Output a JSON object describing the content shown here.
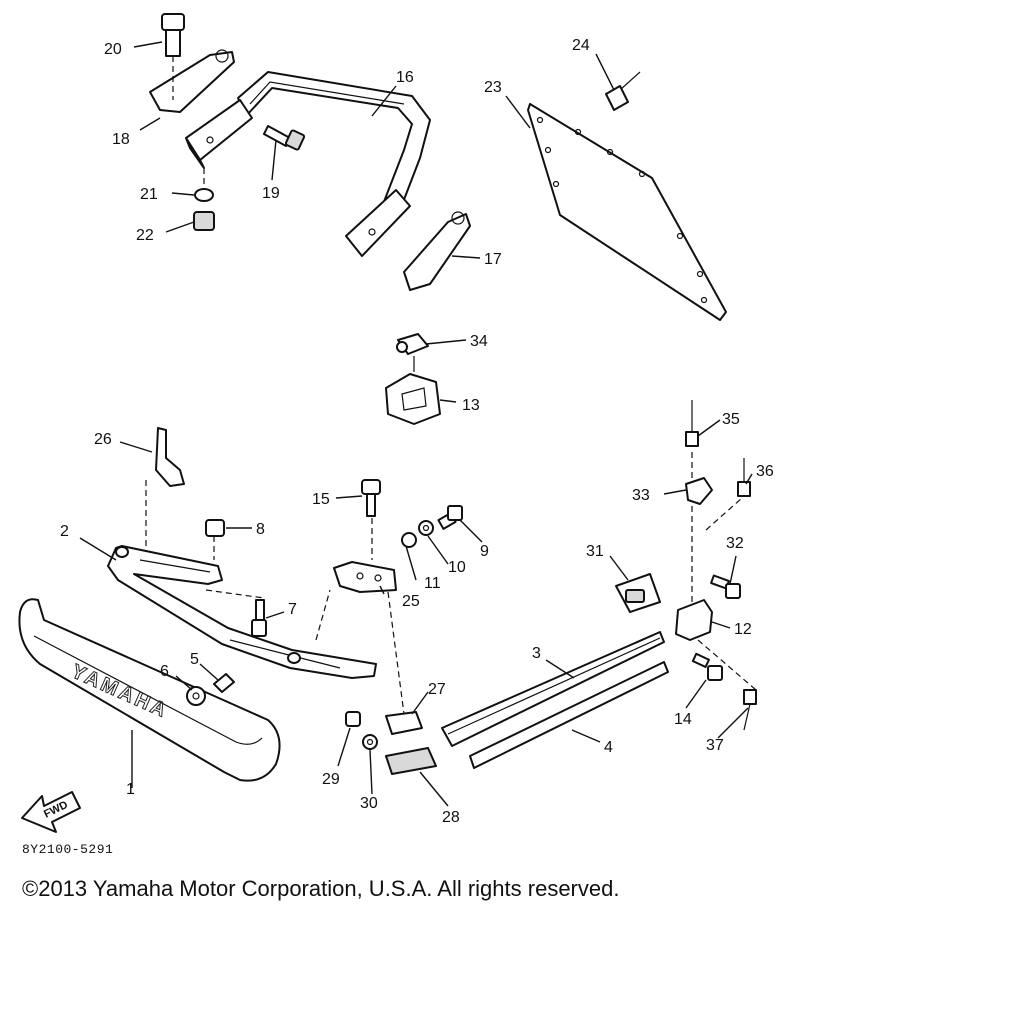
{
  "diagram": {
    "callouts": {
      "c1": "1",
      "c2": "2",
      "c3": "3",
      "c4": "4",
      "c5": "5",
      "c6": "6",
      "c7": "7",
      "c8": "8",
      "c9": "9",
      "c10": "10",
      "c11": "11",
      "c12": "12",
      "c13": "13",
      "c14": "14",
      "c15": "15",
      "c16": "16",
      "c17": "17",
      "c18": "18",
      "c19": "19",
      "c20": "20",
      "c21": "21",
      "c22": "22",
      "c23": "23",
      "c24": "24",
      "c25": "25",
      "c26": "26",
      "c27": "27",
      "c28": "28",
      "c29": "29",
      "c30": "30",
      "c31": "31",
      "c32": "32",
      "c33": "33",
      "c34": "34",
      "c35": "35",
      "c36": "36",
      "c37": "37"
    },
    "bumper_lettering": "YAMAHA",
    "direction_badge": "FWD",
    "reference_code": "8Y2100-5291"
  },
  "footer": {
    "copyright": "©2013 Yamaha Motor Corporation, U.S.A. All rights reserved."
  }
}
